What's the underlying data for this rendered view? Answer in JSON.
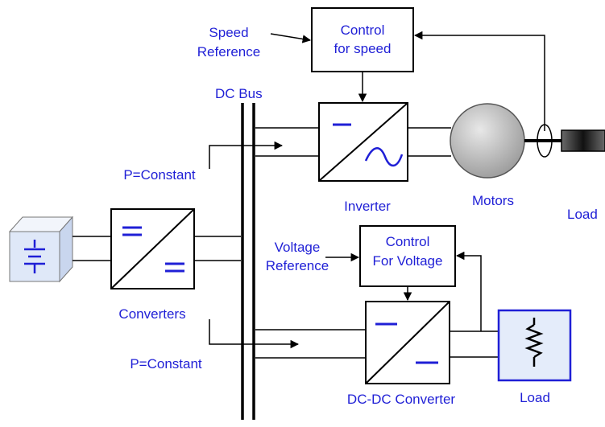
{
  "labels": {
    "speed_reference_line1": "Speed",
    "speed_reference_line2": "Reference",
    "control_speed_line1": "Control",
    "control_speed_line2": "for speed",
    "dc_bus": "DC Bus",
    "p_constant_top": "P=Constant",
    "inverter": "Inverter",
    "motors": "Motors",
    "load_top": "Load",
    "converters": "Converters",
    "voltage_reference_line1": "Voltage",
    "voltage_reference_line2": "Reference",
    "control_voltage_line1": "Control",
    "control_voltage_line2": "For Voltage",
    "p_constant_bottom": "P=Constant",
    "dcdc_converter": "DC-DC Converter",
    "load_bottom": "Load"
  },
  "colors": {
    "label_blue": "#1f1fd6",
    "line_black": "#000000",
    "battery_box_face": "#dfe8f8",
    "load_box_fill": "#e4ecfa",
    "motor_gray": "#b5b5b5"
  }
}
